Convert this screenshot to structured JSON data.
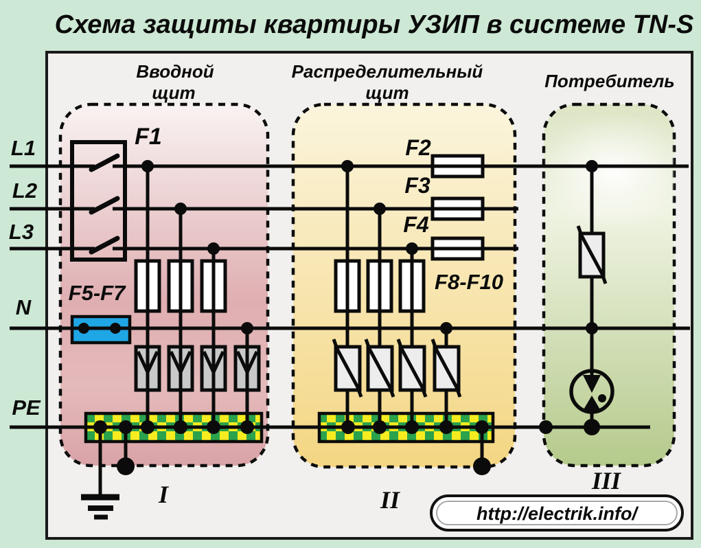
{
  "title": "Схема защиты квартиры УЗИП в системе TN-S",
  "panels": {
    "intro_board": {
      "label_line1": "Вводной",
      "label_line2": "щит",
      "numeral": "I"
    },
    "distribution_board": {
      "label_line1": "Распределительный",
      "label_line2": "щит",
      "numeral": "II"
    },
    "consumer": {
      "label": "Потребитель",
      "numeral": "III"
    }
  },
  "conductors": {
    "l1": "L1",
    "l2": "L2",
    "l3": "L3",
    "n": "N",
    "pe": "PE"
  },
  "devices": {
    "f1": "F1",
    "f2": "F2",
    "f3": "F3",
    "f4": "F4",
    "f5_f7": "F5-F7",
    "f8_f10": "F8-F10"
  },
  "footer": {
    "url": "http://electrik.info/"
  },
  "colors": {
    "page_bg": "#cde8d4",
    "panel_bg": "#f1f0ee",
    "intro_tint_top": "#f9f3f2",
    "intro_tint_bottom": "#d9a3a7",
    "distribution_tint_top": "#fbf5dd",
    "distribution_tint_bottom": "#f4d683",
    "consumer_tint_top": "#e9eed8",
    "consumer_tint_bottom": "#b5ca8c",
    "neutral_block": "#1fa6e4",
    "pe_bus_yellow": "#f6ec20",
    "pe_bus_green": "#2ba24c"
  }
}
